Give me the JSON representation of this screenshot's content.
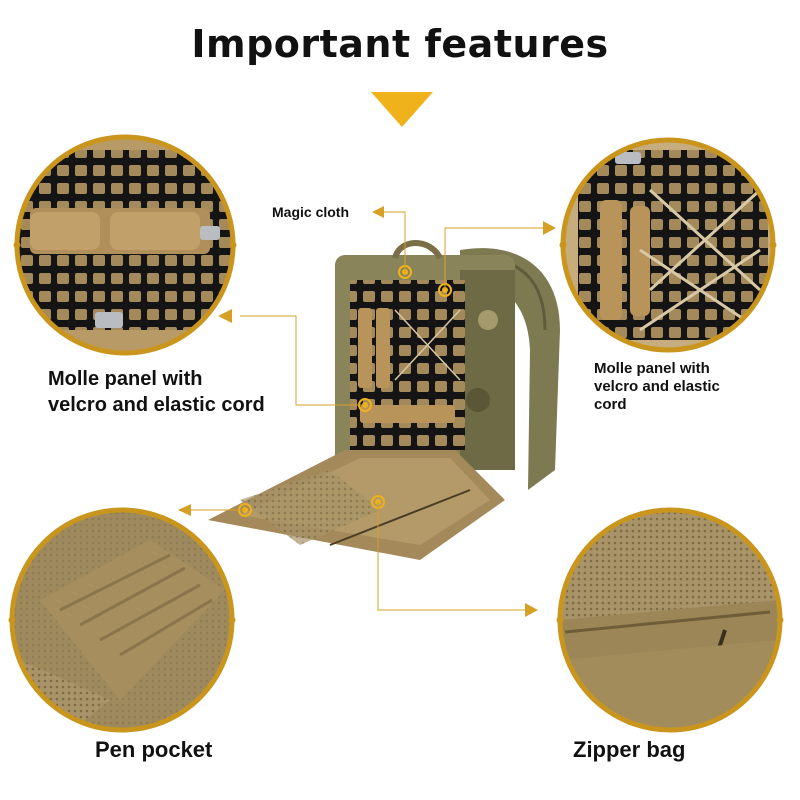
{
  "title": "Important features",
  "labels": {
    "magic_cloth": "Magic cloth",
    "molle_left_line1": "Molle panel with",
    "molle_left_line2": "velcro and elastic cord",
    "molle_right_line1": "Molle panel with",
    "molle_right_line2": "velcro and elastic",
    "molle_right_line3": "cord",
    "pen_pocket": "Pen pocket",
    "zipper_bag": "Zipper bag"
  },
  "colors": {
    "accent_gold": "#d9a521",
    "ring_gold": "#c9951d",
    "coyote": "#a48a5a",
    "camo_green": "#7d7a52",
    "panel_black": "#141414"
  }
}
